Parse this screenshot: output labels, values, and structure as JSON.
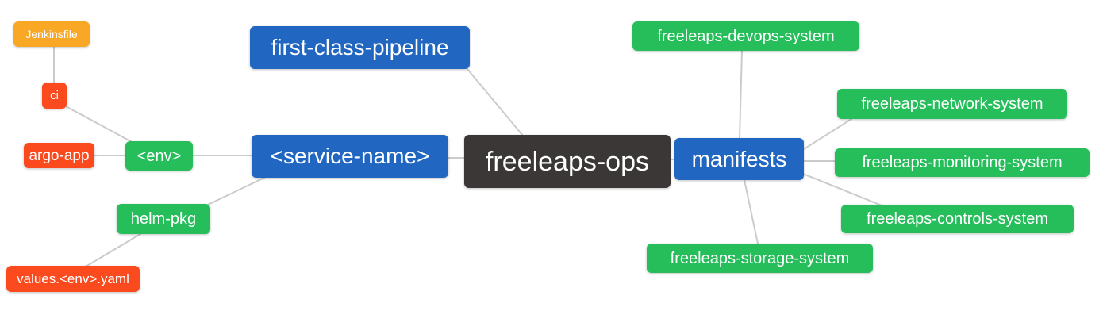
{
  "diagram": {
    "kind": "mindmap",
    "root_label": "freeleaps-ops"
  },
  "colors": {
    "root_bg": "#3B3737",
    "branch_blue": "#2166C0",
    "leaf_green": "#25BE5B",
    "leaf_red": "#FB4A1D",
    "leaf_orange": "#F9A826",
    "edge_gray": "#CBCBCB",
    "text_white": "#FFFFFF",
    "background": "#FFFFFF"
  },
  "nodes": {
    "root": {
      "label": "freeleaps-ops"
    },
    "first_class_pipeline": {
      "label": "first-class-pipeline"
    },
    "service_name": {
      "label": "<service-name>"
    },
    "env": {
      "label": "<env>"
    },
    "ci": {
      "label": "ci"
    },
    "jenkinsfile": {
      "label": "Jenkinsfile"
    },
    "argo_app": {
      "label": "argo-app"
    },
    "helm_pkg": {
      "label": "helm-pkg"
    },
    "values_env_yaml": {
      "label": "values.<env>.yaml"
    },
    "manifests": {
      "label": "manifests"
    },
    "devops_system": {
      "label": "freeleaps-devops-system"
    },
    "network_system": {
      "label": "freeleaps-network-system"
    },
    "monitoring_system": {
      "label": "freeleaps-monitoring-system"
    },
    "controls_system": {
      "label": "freeleaps-controls-system"
    },
    "storage_system": {
      "label": "freeleaps-storage-system"
    }
  },
  "edges": [
    {
      "from": "jenkinsfile",
      "to": "ci"
    },
    {
      "from": "ci",
      "to": "env"
    },
    {
      "from": "argo_app",
      "to": "env"
    },
    {
      "from": "env",
      "to": "service_name"
    },
    {
      "from": "service_name",
      "to": "helm_pkg"
    },
    {
      "from": "helm_pkg",
      "to": "values_env_yaml"
    },
    {
      "from": "service_name",
      "to": "root"
    },
    {
      "from": "first_class_pipeline",
      "to": "root"
    },
    {
      "from": "root",
      "to": "manifests"
    },
    {
      "from": "devops_system",
      "to": "manifests"
    },
    {
      "from": "manifests",
      "to": "network_system"
    },
    {
      "from": "manifests",
      "to": "monitoring_system"
    },
    {
      "from": "manifests",
      "to": "controls_system"
    },
    {
      "from": "manifests",
      "to": "storage_system"
    }
  ]
}
